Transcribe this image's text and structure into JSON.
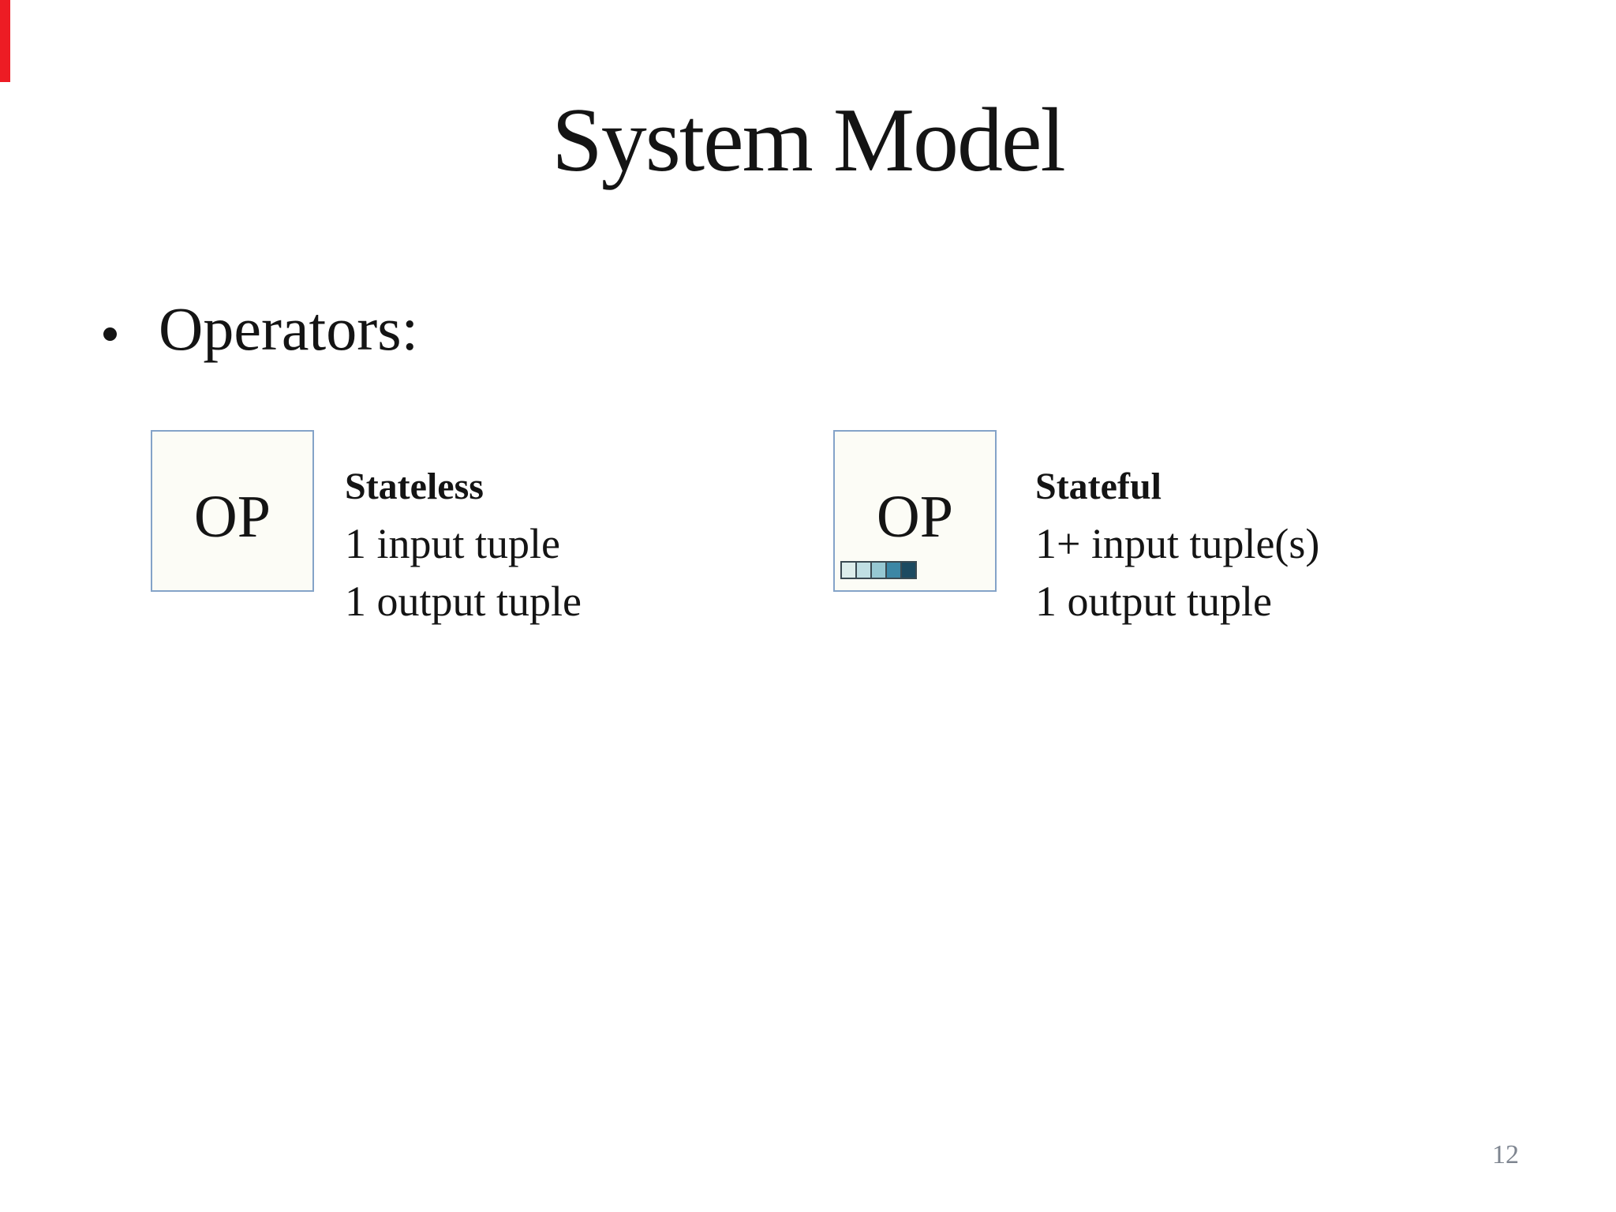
{
  "slide": {
    "title": "System Model",
    "bullet": {
      "label": "Operators:"
    },
    "operators": [
      {
        "box_label": "OP",
        "type_label": "Stateless",
        "lines": [
          "1 input tuple",
          "1 output tuple"
        ]
      },
      {
        "box_label": "OP",
        "type_label": "Stateful",
        "lines": [
          "1+ input tuple(s)",
          "1 output tuple"
        ]
      }
    ],
    "state_squares_colors": [
      "#ddeeec",
      "#c0dfe3",
      "#96c8d2",
      "#3c87a5",
      "#1d4b61"
    ],
    "page_number": "12",
    "colors": {
      "accent_bar": "#ed1c24",
      "box_border": "#84a3c8",
      "box_fill": "#fcfcf6",
      "square_border": "#3a4a52",
      "page_number": "#7e8590",
      "text": "#141414"
    }
  }
}
